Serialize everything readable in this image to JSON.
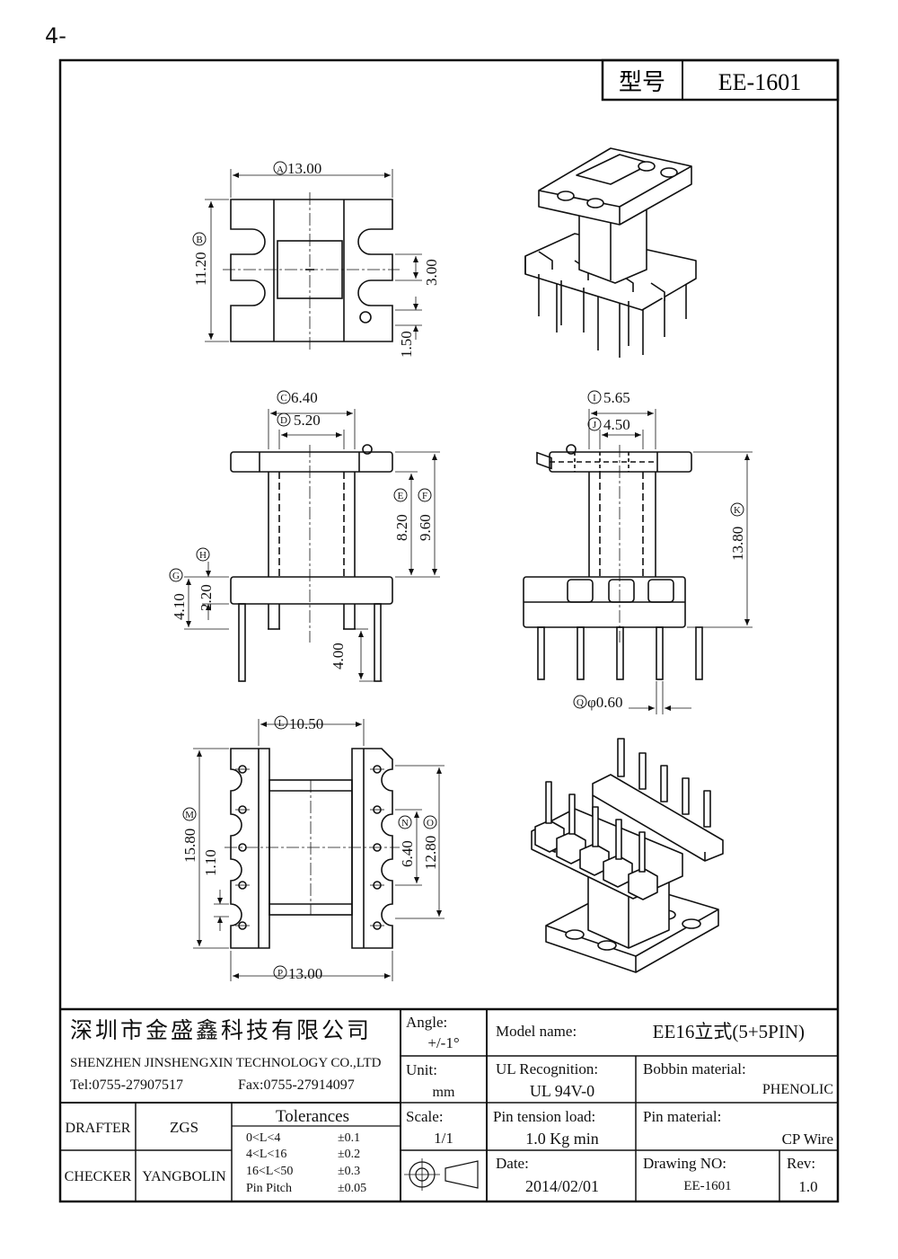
{
  "page_number": "4-",
  "header": {
    "model_label": "型号",
    "model_value": "EE-1601"
  },
  "dimensions": {
    "A": "13.00",
    "B": "11.20",
    "slot": "3.00",
    "hole": "1.50",
    "C": "6.40",
    "D": "5.20",
    "E": "8.20",
    "F": "9.60",
    "G": "4.10",
    "H": "2.20",
    "pin_len": "4.00",
    "I": "5.65",
    "J": "4.50",
    "K": "13.80",
    "Q": "φ0.60",
    "L": "10.50",
    "M": "15.80",
    "pitch": "1.10",
    "N": "6.40",
    "O": "12.80",
    "P": "13.00"
  },
  "markers": {
    "A": "A",
    "B": "B",
    "C": "C",
    "D": "D",
    "E": "E",
    "F": "F",
    "G": "G",
    "H": "H",
    "I": "I",
    "J": "J",
    "K": "K",
    "L": "L",
    "M": "M",
    "N": "N",
    "O": "O",
    "P": "P",
    "Q": "Q"
  },
  "title_block": {
    "company_cn": "深圳市金盛鑫科技有限公司",
    "company_en": "SHENZHEN JINSHENGXIN TECHNOLOGY CO.,LTD",
    "tel": "Tel:0755-27907517",
    "fax": "Fax:0755-27914097",
    "drafter_label": "DRAFTER",
    "drafter": "ZGS",
    "checker_label": "CHECKER",
    "checker": "YANGBOLIN",
    "tolerances_label": "Tolerances",
    "tolerances": [
      {
        "range": "0<L<4",
        "value": "±0.1"
      },
      {
        "range": "4<L<16",
        "value": "±0.2"
      },
      {
        "range": "16<L<50",
        "value": "±0.3"
      },
      {
        "range": "Pin Pitch",
        "value": "±0.05"
      }
    ],
    "angle_label": "Angle:",
    "angle": "+/-1°",
    "unit_label": "Unit:",
    "unit": "mm",
    "scale_label": "Scale:",
    "scale": "1/1",
    "model_name_label": "Model name:",
    "model_name": "EE16立式(5+5PIN)",
    "ul_label": "UL Recognition:",
    "ul": "UL 94V-0",
    "bobbin_label": "Bobbin material:",
    "bobbin": "PHENOLIC",
    "pin_tension_label": "Pin tension load:",
    "pin_tension": "1.0 Kg min",
    "pin_material_label": "Pin material:",
    "pin_material": "CP Wire",
    "date_label": "Date:",
    "date": "2014/02/01",
    "drawing_no_label": "Drawing NO:",
    "drawing_no": "EE-1601",
    "rev_label": "Rev:",
    "rev": "1.0"
  }
}
